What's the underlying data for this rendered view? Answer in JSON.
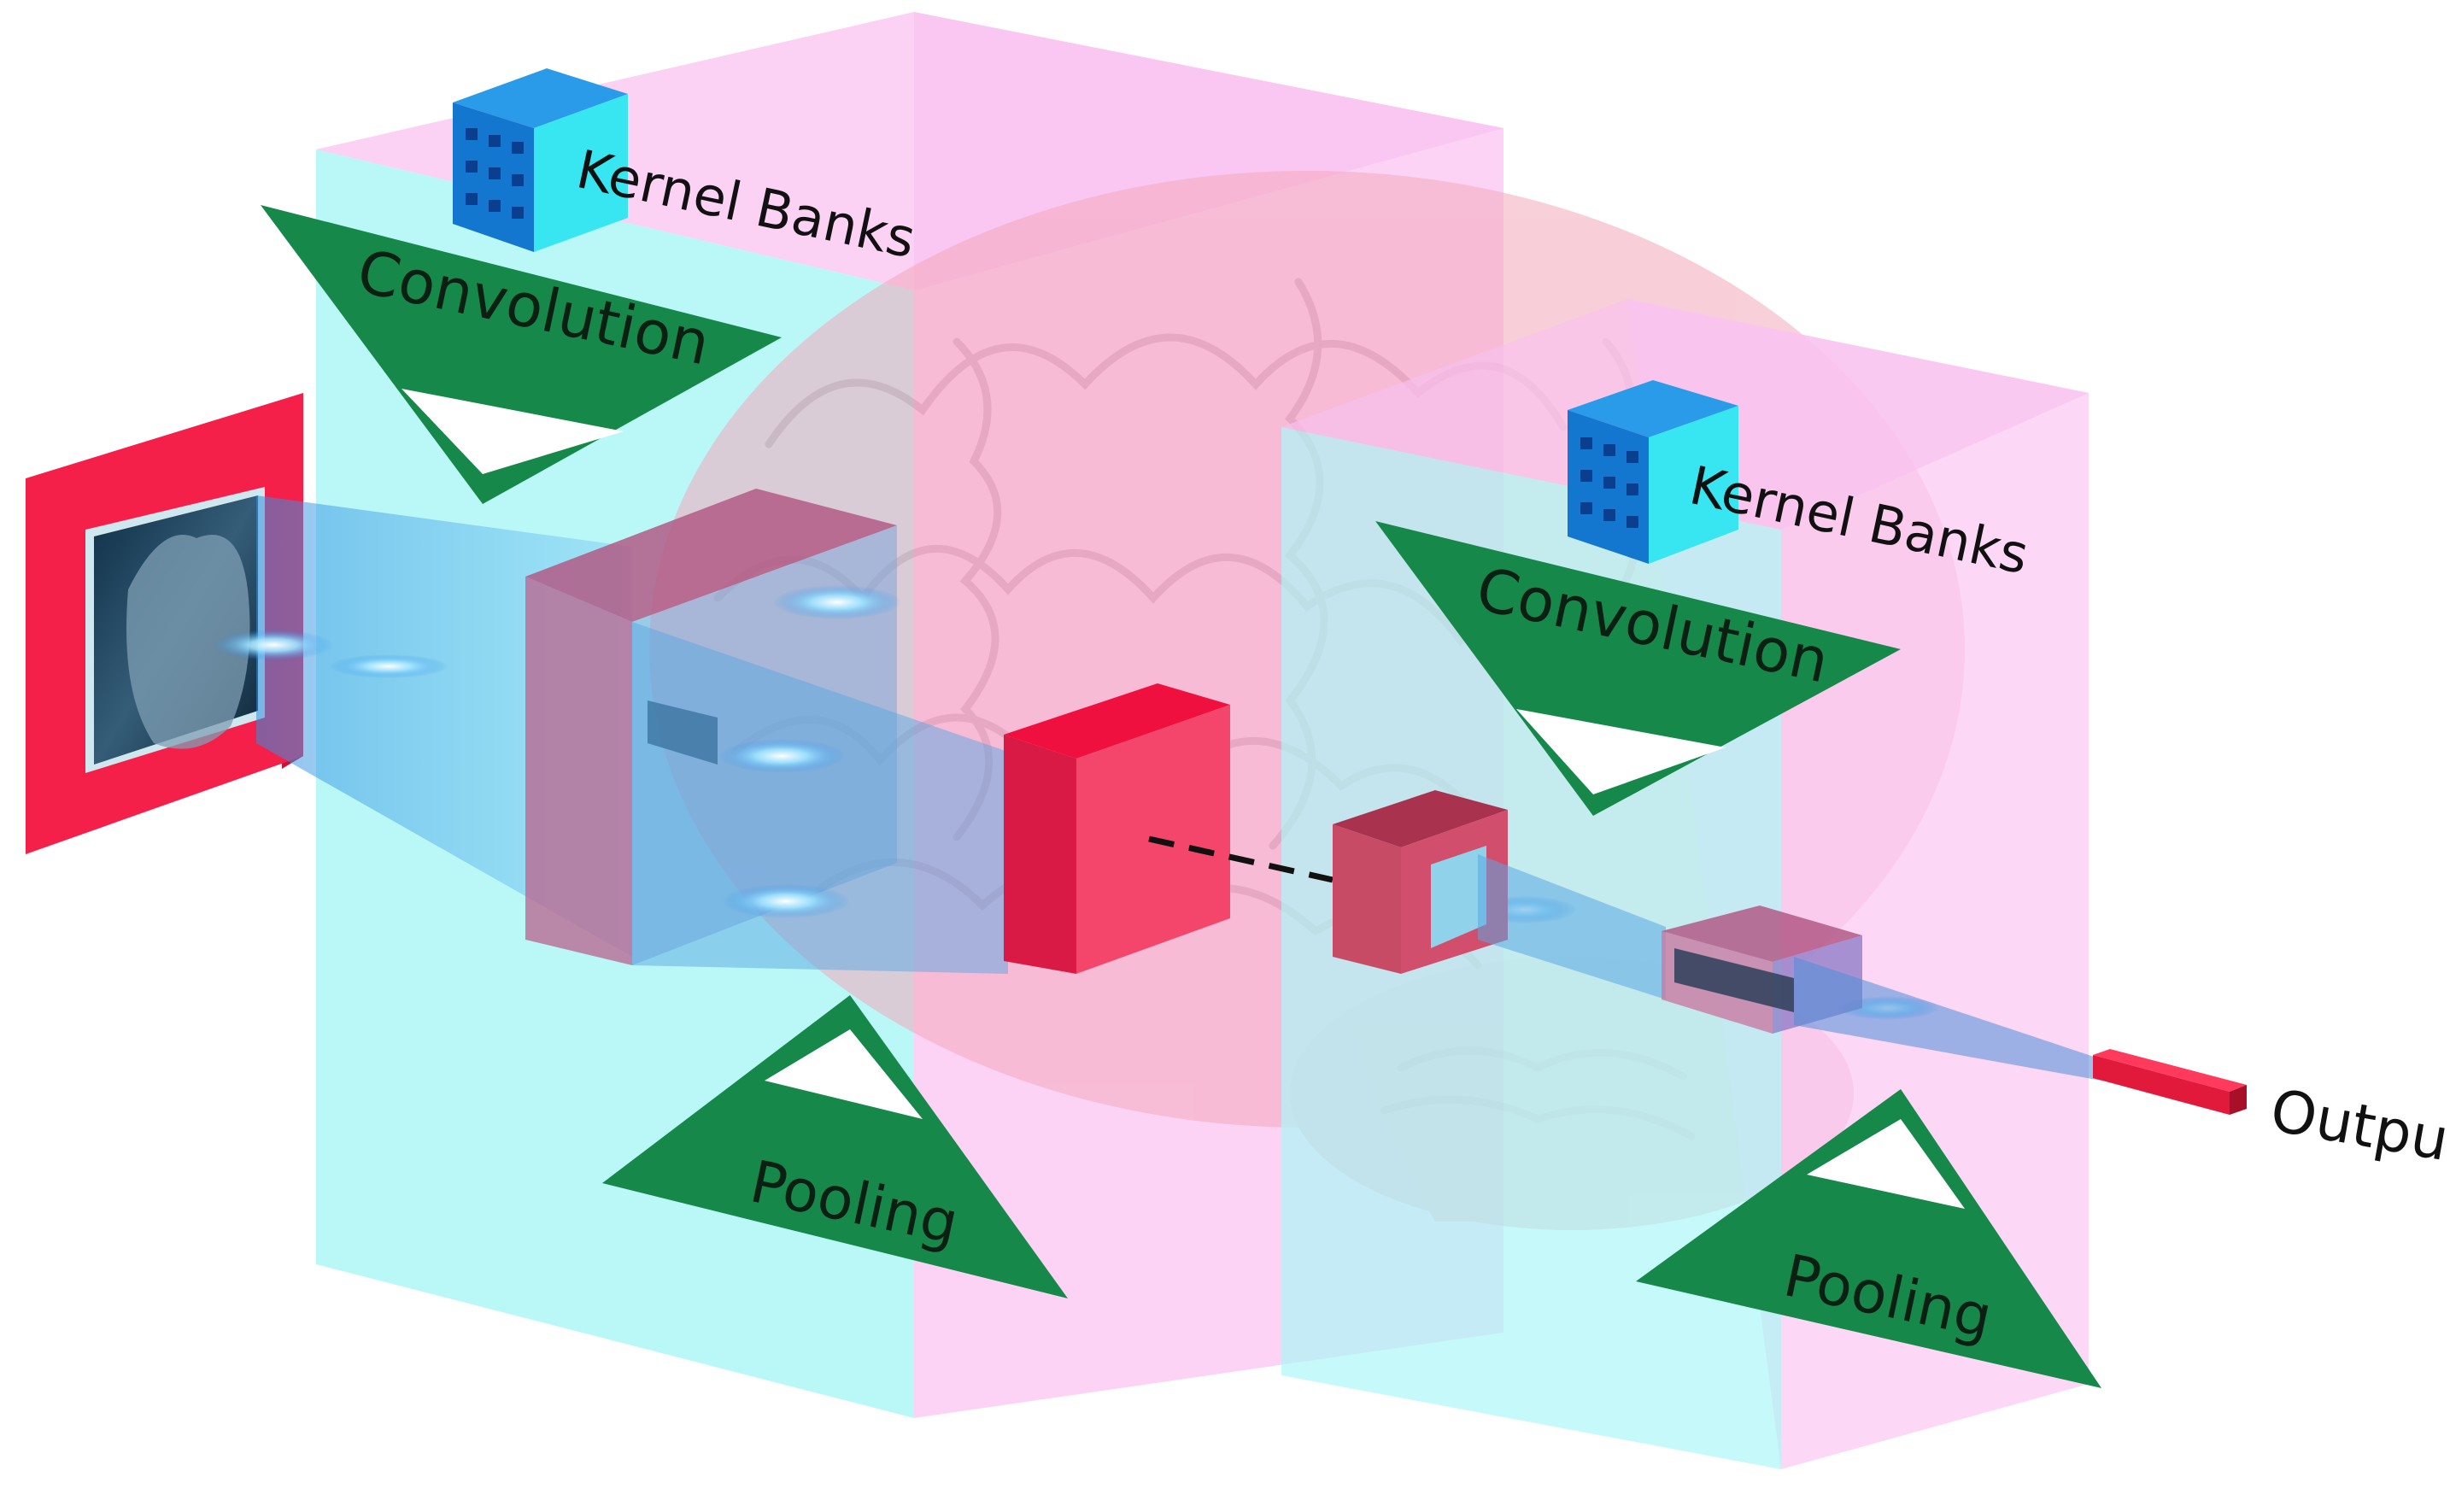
{
  "labels": {
    "kernel_banks_1": "Kernel Banks",
    "convolution_1": "Convolution",
    "pooling_1": "Pooling",
    "kernel_banks_2": "Kernel Banks",
    "convolution_2": "Convolution",
    "pooling_2": "Pooling",
    "output": "Output"
  },
  "colors": {
    "cyan_panel": "#aef7f7",
    "pink_panel": "#fbcaf3",
    "green_triangle": "#16884a",
    "red_block": "#f4204a",
    "blue_beam": "#4aa7e8",
    "kernel_blue": "#1e8be0",
    "brain_pink": "#f5b9c6"
  }
}
